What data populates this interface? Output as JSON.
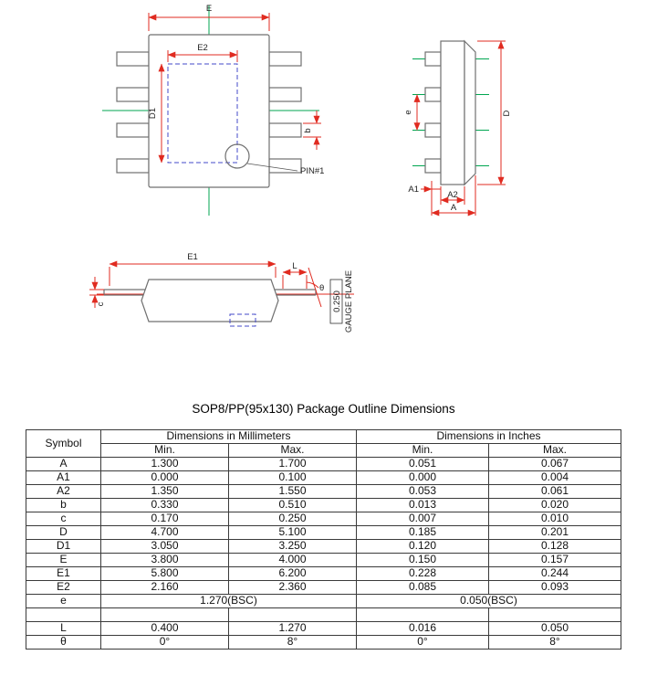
{
  "page": {
    "title": "SOP8/PP(95x130) Package Outline Dimensions"
  },
  "colors": {
    "dimension_line": "#e02b20",
    "center_line": "#00a651",
    "hidden_line": "#4348c8",
    "outline": "#707070"
  },
  "labels": {
    "E": "E",
    "E2": "E2",
    "D1": "D1",
    "b": "b",
    "pin1": "PIN#1",
    "e": "e",
    "D": "D",
    "A1": "A1",
    "A2": "A2",
    "A": "A",
    "E1": "E1",
    "L": "L",
    "c": "c",
    "theta": "θ",
    "gauge_value": "0.250",
    "gauge_text": "GAUGE PLANE"
  },
  "table": {
    "symbol_header": "Symbol",
    "mm_header": "Dimensions in Millimeters",
    "in_header": "Dimensions in Inches",
    "min_label": "Min.",
    "max_label": "Max.",
    "rows": [
      {
        "symbol": "A",
        "mm_min": "1.300",
        "mm_max": "1.700",
        "in_min": "0.051",
        "in_max": "0.067"
      },
      {
        "symbol": "A1",
        "mm_min": "0.000",
        "mm_max": "0.100",
        "in_min": "0.000",
        "in_max": "0.004"
      },
      {
        "symbol": "A2",
        "mm_min": "1.350",
        "mm_max": "1.550",
        "in_min": "0.053",
        "in_max": "0.061"
      },
      {
        "symbol": "b",
        "mm_min": "0.330",
        "mm_max": "0.510",
        "in_min": "0.013",
        "in_max": "0.020"
      },
      {
        "symbol": "c",
        "mm_min": "0.170",
        "mm_max": "0.250",
        "in_min": "0.007",
        "in_max": "0.010"
      },
      {
        "symbol": "D",
        "mm_min": "4.700",
        "mm_max": "5.100",
        "in_min": "0.185",
        "in_max": "0.201"
      },
      {
        "symbol": "D1",
        "mm_min": "3.050",
        "mm_max": "3.250",
        "in_min": "0.120",
        "in_max": "0.128"
      },
      {
        "symbol": "E",
        "mm_min": "3.800",
        "mm_max": "4.000",
        "in_min": "0.150",
        "in_max": "0.157"
      },
      {
        "symbol": "E1",
        "mm_min": "5.800",
        "mm_max": "6.200",
        "in_min": "0.228",
        "in_max": "0.244"
      },
      {
        "symbol": "E2",
        "mm_min": "2.160",
        "mm_max": "2.360",
        "in_min": "0.085",
        "in_max": "0.093"
      },
      {
        "symbol": "e",
        "mm_span": "1.270(BSC)",
        "in_span": "0.050(BSC)"
      },
      {
        "symbol": "",
        "mm_min": "",
        "mm_max": "",
        "in_min": "",
        "in_max": ""
      },
      {
        "symbol": "L",
        "mm_min": "0.400",
        "mm_max": "1.270",
        "in_min": "0.016",
        "in_max": "0.050"
      },
      {
        "symbol": "θ",
        "mm_min": "0°",
        "mm_max": "8°",
        "in_min": "0°",
        "in_max": "8°"
      }
    ]
  }
}
